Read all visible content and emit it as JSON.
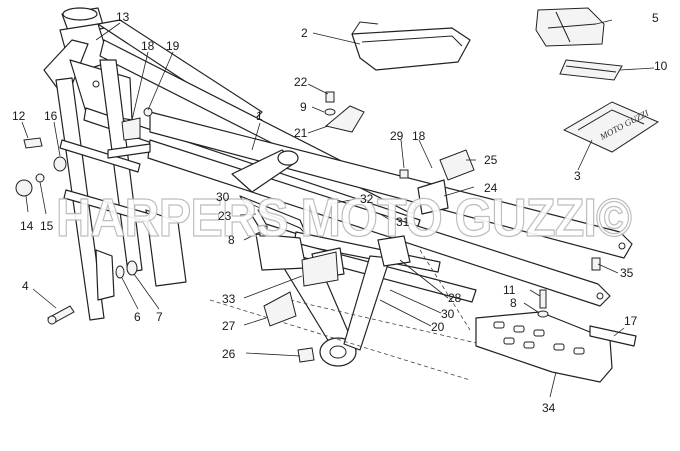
{
  "diagram": {
    "watermark": "HARPERS MOTO GUZZI©",
    "callouts": [
      {
        "id": "1",
        "text": "1"
      },
      {
        "id": "2",
        "text": "2"
      },
      {
        "id": "3",
        "text": "3"
      },
      {
        "id": "4",
        "text": "4"
      },
      {
        "id": "5",
        "text": "5"
      },
      {
        "id": "6",
        "text": "6"
      },
      {
        "id": "7",
        "text": "7"
      },
      {
        "id": "8a",
        "text": "8"
      },
      {
        "id": "8b",
        "text": "8"
      },
      {
        "id": "9",
        "text": "9"
      },
      {
        "id": "10",
        "text": "10"
      },
      {
        "id": "11",
        "text": "11"
      },
      {
        "id": "12",
        "text": "12"
      },
      {
        "id": "13",
        "text": "13"
      },
      {
        "id": "14",
        "text": "14"
      },
      {
        "id": "15",
        "text": "15"
      },
      {
        "id": "16",
        "text": "16"
      },
      {
        "id": "17",
        "text": "17"
      },
      {
        "id": "18a",
        "text": "18"
      },
      {
        "id": "18b",
        "text": "18"
      },
      {
        "id": "19",
        "text": "19"
      },
      {
        "id": "20",
        "text": "20"
      },
      {
        "id": "21",
        "text": "21"
      },
      {
        "id": "22",
        "text": "22"
      },
      {
        "id": "23",
        "text": "23"
      },
      {
        "id": "24",
        "text": "24"
      },
      {
        "id": "25",
        "text": "25"
      },
      {
        "id": "26",
        "text": "26"
      },
      {
        "id": "27",
        "text": "27"
      },
      {
        "id": "28",
        "text": "28"
      },
      {
        "id": "29",
        "text": "29"
      },
      {
        "id": "30a",
        "text": "30"
      },
      {
        "id": "30b",
        "text": "30"
      },
      {
        "id": "31",
        "text": "31"
      },
      {
        "id": "32",
        "text": "32"
      },
      {
        "id": "33",
        "text": "33"
      },
      {
        "id": "34",
        "text": "34"
      },
      {
        "id": "35",
        "text": "35"
      }
    ]
  }
}
